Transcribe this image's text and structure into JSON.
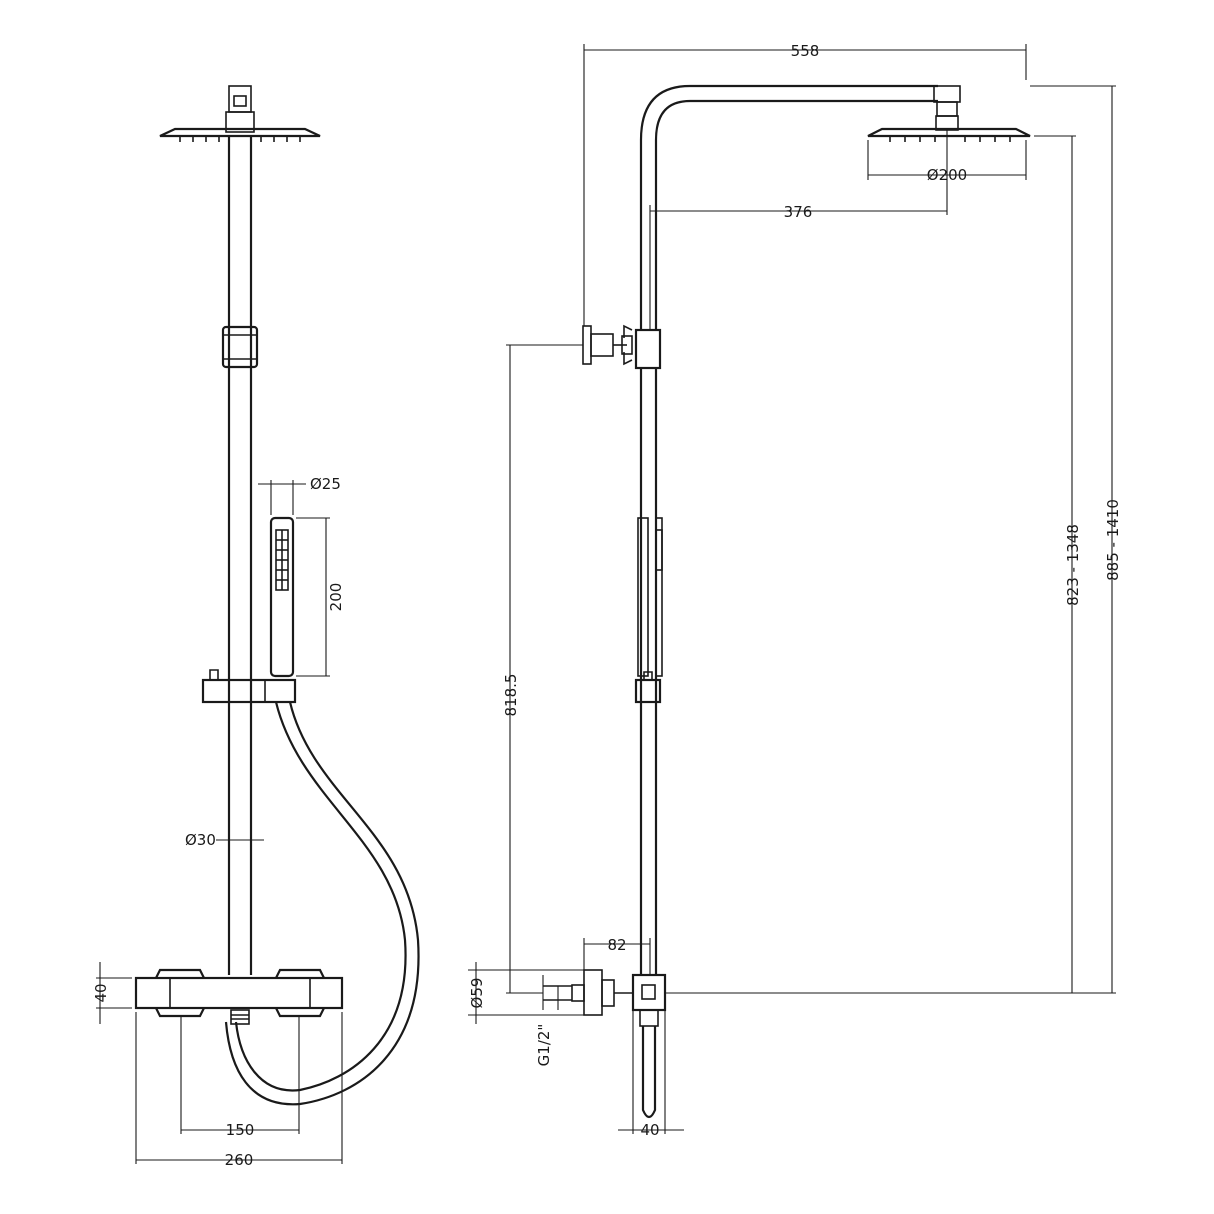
{
  "dimensions": {
    "front_diameter_rail": "Ø30",
    "front_diameter_handset": "Ø25",
    "front_handset_length": "200",
    "front_height_valve": "40",
    "front_center_distance": "150",
    "front_width_valve": "260",
    "side_total_projection": "558",
    "side_head_diameter": "Ø200",
    "side_arm_offset": "376",
    "side_bracket_height": "818.5",
    "side_head_height_range": "823 - 1348",
    "side_total_height_range": "885 - 1410",
    "side_valve_offset": "82",
    "side_inlet_diameter": "Ø59",
    "side_inlet_thread": "G1/2\"",
    "side_valve_depth": "40"
  }
}
